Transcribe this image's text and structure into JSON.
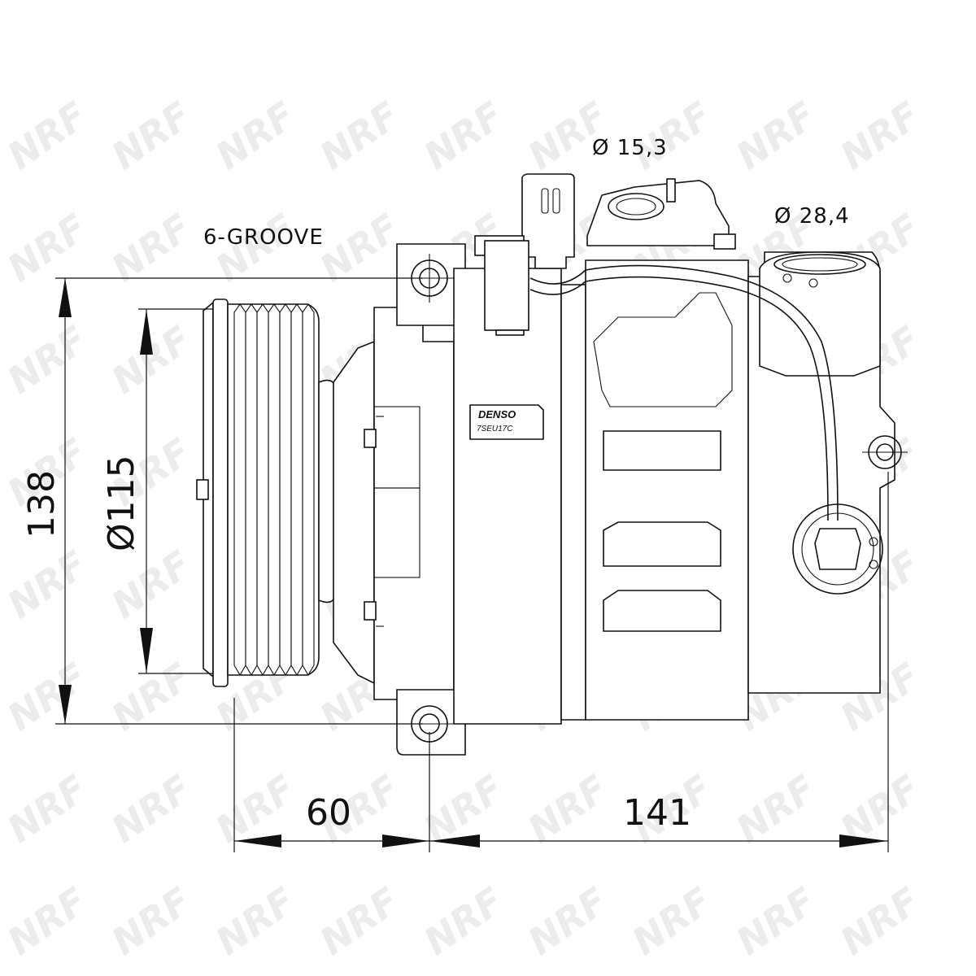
{
  "watermark": {
    "text": "NRF",
    "color": "#ececec"
  },
  "labels": {
    "groove": "6-GROOVE",
    "port_small": "Ø 15,3",
    "port_large": "Ø 28,4"
  },
  "dimensions": {
    "height": "138",
    "pulley_diameter": "Ø115",
    "pulley_offset": "60",
    "body_length": "141"
  },
  "nameplate": {
    "brand": "DENSO",
    "model": "7SEU17C"
  },
  "colors": {
    "line": "#111111",
    "background": "#ffffff"
  }
}
